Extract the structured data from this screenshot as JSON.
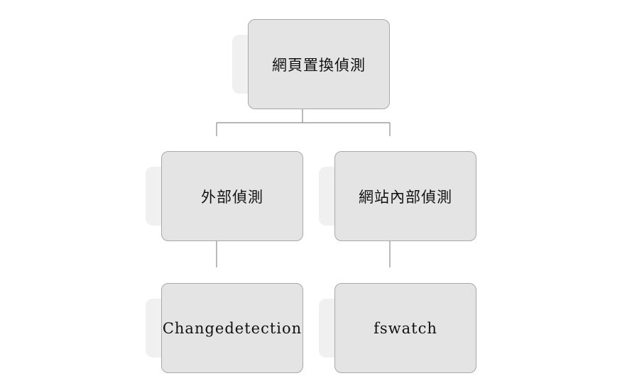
{
  "diagram": {
    "nodes": {
      "root": {
        "label": "網頁置換偵測"
      },
      "external": {
        "label": "外部偵測"
      },
      "internal": {
        "label": "網站內部偵測"
      },
      "changedetection": {
        "label": "Changedetection"
      },
      "fswatch": {
        "label": "fswatch"
      }
    },
    "edges": [
      {
        "from": "網頁置換偵測",
        "to": "外部偵測"
      },
      {
        "from": "網頁置換偵測",
        "to": "網站內部偵測"
      },
      {
        "from": "外部偵測",
        "to": "Changedetection"
      },
      {
        "from": "網站內部偵測",
        "to": "fswatch"
      }
    ],
    "colors": {
      "node_fill": "#e4e4e4",
      "node_border": "#a8a8a8",
      "connector": "#8c8c8c",
      "text": "#111111"
    }
  }
}
